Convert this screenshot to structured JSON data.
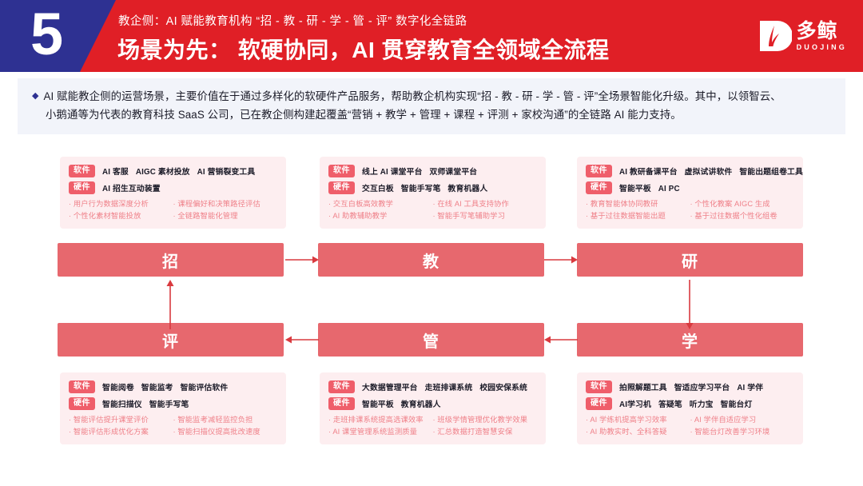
{
  "header": {
    "number": "5",
    "subtitle": "教企侧：AI 赋能教育机构 “招 - 教 - 研 - 学 - 管 - 评” 数字化全链路",
    "title": "场景为先： 软硬协同，AI 贯穿教育全领域全流程",
    "logo_cn": "多鲸",
    "logo_en": "DUOJING",
    "colors": {
      "navy": "#2e3192",
      "red": "#e01f26"
    }
  },
  "description": {
    "bullet": "◆",
    "line1": "AI 赋能教企侧的运营场景，主要价值在于通过多样化的软硬件产品服务，帮助教企机构实现“招 - 教 - 研 - 学 - 管 - 评”全场景智能化升级。其中，以领智云、",
    "line2": "小鹅通等为代表的教育科技 SaaS 公司，已在教企侧构建起覆盖“营销 + 教学 + 管理 + 课程 + 评测 + 家校沟通”的全链路 AI 能力支持。"
  },
  "labels": {
    "software": "软件",
    "hardware": "硬件"
  },
  "cards": {
    "zhao": {
      "software": [
        "AI 客服",
        "AIGC 素材投放",
        "AI 营销裂变工具"
      ],
      "hardware": [
        "AI 招生互动装置"
      ],
      "bullets": [
        "用户行为数据深度分析",
        "课程偏好和决策路径评估",
        "个性化素材智能投放",
        "全链路智能化管理"
      ]
    },
    "jiao": {
      "software": [
        "线上 AI 课堂平台",
        "双师课堂平台"
      ],
      "hardware": [
        "交互白板",
        "智能手写笔",
        "教育机器人"
      ],
      "bullets": [
        "交互白板高效教学",
        "在线 AI 工具支持协作",
        "AI 助教辅助教学",
        "智能手写笔辅助学习"
      ]
    },
    "yan": {
      "software": [
        "AI 教研备课平台",
        "虚拟试讲软件",
        "智能出题组卷工具"
      ],
      "hardware": [
        "智能平板",
        "AI PC"
      ],
      "bullets": [
        "教育智能体协同教研",
        "个性化教案 AIGC 生成",
        "基于过往数据智能出题",
        "基于过往数据个性化组卷"
      ]
    },
    "ping": {
      "software": [
        "智能阅卷",
        "智能监考",
        "智能评估软件"
      ],
      "hardware": [
        "智能扫描仪",
        "智能手写笔"
      ],
      "bullets": [
        "智能评估提升课堂评价",
        "智能监考减轻监控负担",
        "智能评估形成优化方案",
        "智能扫描仪提高批改速度"
      ]
    },
    "guan": {
      "software": [
        "大数据管理平台",
        "走班排课系统",
        "校园安保系统"
      ],
      "hardware": [
        "智能平板",
        "教育机器人"
      ],
      "bullets": [
        "走班排课系统提高选课效率",
        "班级学情管理优化教学效果",
        "AI 课堂管理系统监测质量",
        "汇总数据打造智慧安保"
      ]
    },
    "xue": {
      "software": [
        "拍照解题工具",
        "智适应学习平台",
        "AI 学伴"
      ],
      "hardware": [
        "AI学习机",
        "答疑笔",
        "听力宝",
        "智能台灯"
      ],
      "bullets": [
        "AI 学练机提高学习效率",
        "AI 学伴自适应学习",
        "AI 助教实时、全科答疑",
        "智能台灯改善学习环境"
      ]
    }
  },
  "flow": {
    "zhao": "招",
    "jiao": "教",
    "yan": "研",
    "xue": "学",
    "guan": "管",
    "ping": "评",
    "accent": "#e7686e",
    "arrow_color": "#d93a3f"
  }
}
